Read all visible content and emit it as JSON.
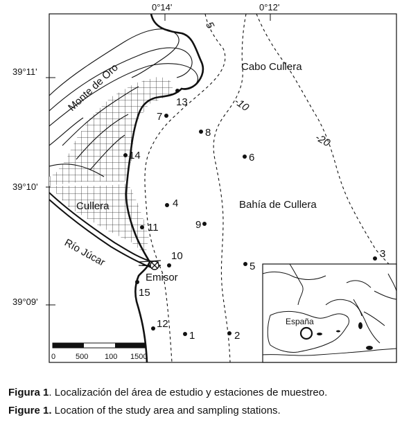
{
  "coords": {
    "top": [
      "0°14'",
      "0°12'"
    ],
    "left": [
      "39°11'",
      "39°10'",
      "39°09'"
    ]
  },
  "places": {
    "cabo": "Cabo Cullera",
    "monte": "Monte de Oro",
    "cullera": "Cullera",
    "rio": "Río Júcar",
    "bahia": "Bahía de Cullera",
    "emisor": "Emisor"
  },
  "depths": [
    "5",
    "-10",
    "-20"
  ],
  "stations": [
    "1",
    "2",
    "3",
    "4",
    "5",
    "6",
    "7",
    "8",
    "9",
    "10",
    "11",
    "12",
    "13",
    "14",
    "15"
  ],
  "scalebar": {
    "labels": [
      "0",
      "500",
      "100",
      "1500"
    ]
  },
  "inset": {
    "country": "España"
  },
  "caption": {
    "es_bold": "Figura 1",
    "es_text": ". Localización del área de estudio y estaciones de muestreo.",
    "en_bold": "Figure 1.",
    "en_text": " Location of the study area and sampling stations."
  }
}
